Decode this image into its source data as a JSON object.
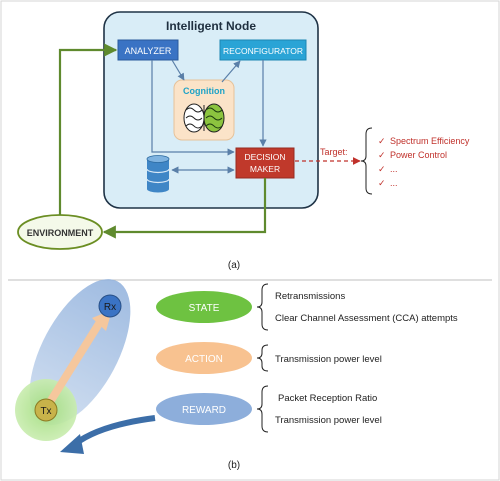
{
  "panel_a": {
    "node_title": "Intelligent Node",
    "analyzer": "ANALYZER",
    "reconfigurator": "RECONFIGURATOR",
    "cognition": "Cognition",
    "decision_maker_line1": "DECISION",
    "decision_maker_line2": "MAKER",
    "environment": "ENVIRONMENT",
    "target_label": "Target:",
    "targets": [
      "Spectrum Efficiency",
      "Power Control",
      "...",
      "..."
    ],
    "caption": "(a)"
  },
  "panel_b": {
    "rx": "Rx",
    "tx": "Tx",
    "state": "STATE",
    "action": "ACTION",
    "reward": "REWARD",
    "state_items": [
      "Retransmissions",
      "Clear Channel Assessment (CCA) attempts"
    ],
    "action_items": [
      "Transmission power level"
    ],
    "reward_items": [
      "Packet Reception Ratio",
      "Transmission power level"
    ],
    "caption": "(b)"
  },
  "colors": {
    "node_fill": "#d9edf7",
    "analyzer_fill": "#3a73c4",
    "reconfigurator_fill": "#2aa4d6",
    "cognition_fill": "#fbe3c8",
    "cognition_text": "#1fa3c7",
    "decision_fill": "#c0392b",
    "environment_border": "#6b8e23",
    "green_arrow": "#5f8a2e",
    "target_red": "#c0312b",
    "state_fill": "#6ec241",
    "action_fill": "#f8c290",
    "reward_fill": "#8daedb"
  }
}
